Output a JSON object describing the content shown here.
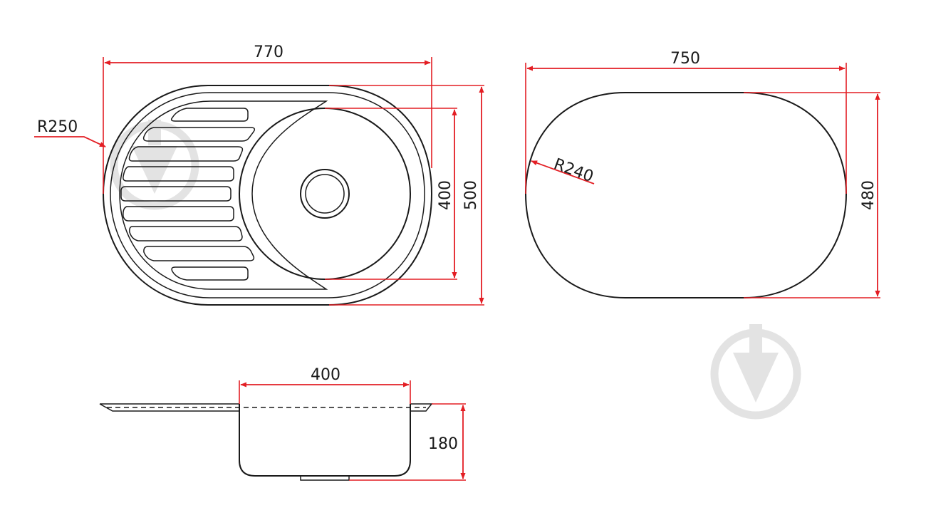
{
  "top_view": {
    "overall_width": "770",
    "corner_radius": "R250",
    "bowl_depth_dim": "400",
    "overall_depth": "500"
  },
  "cutout": {
    "width": "750",
    "corner_radius": "R240",
    "depth": "480"
  },
  "section": {
    "bowl_width": "400",
    "bowl_depth": "180"
  },
  "colors": {
    "dimension": "#e31e24",
    "outline": "#1a1a1a",
    "watermark": "#e3e3e3"
  },
  "icons": [
    "download-watermark-icon",
    "download-watermark-icon"
  ]
}
